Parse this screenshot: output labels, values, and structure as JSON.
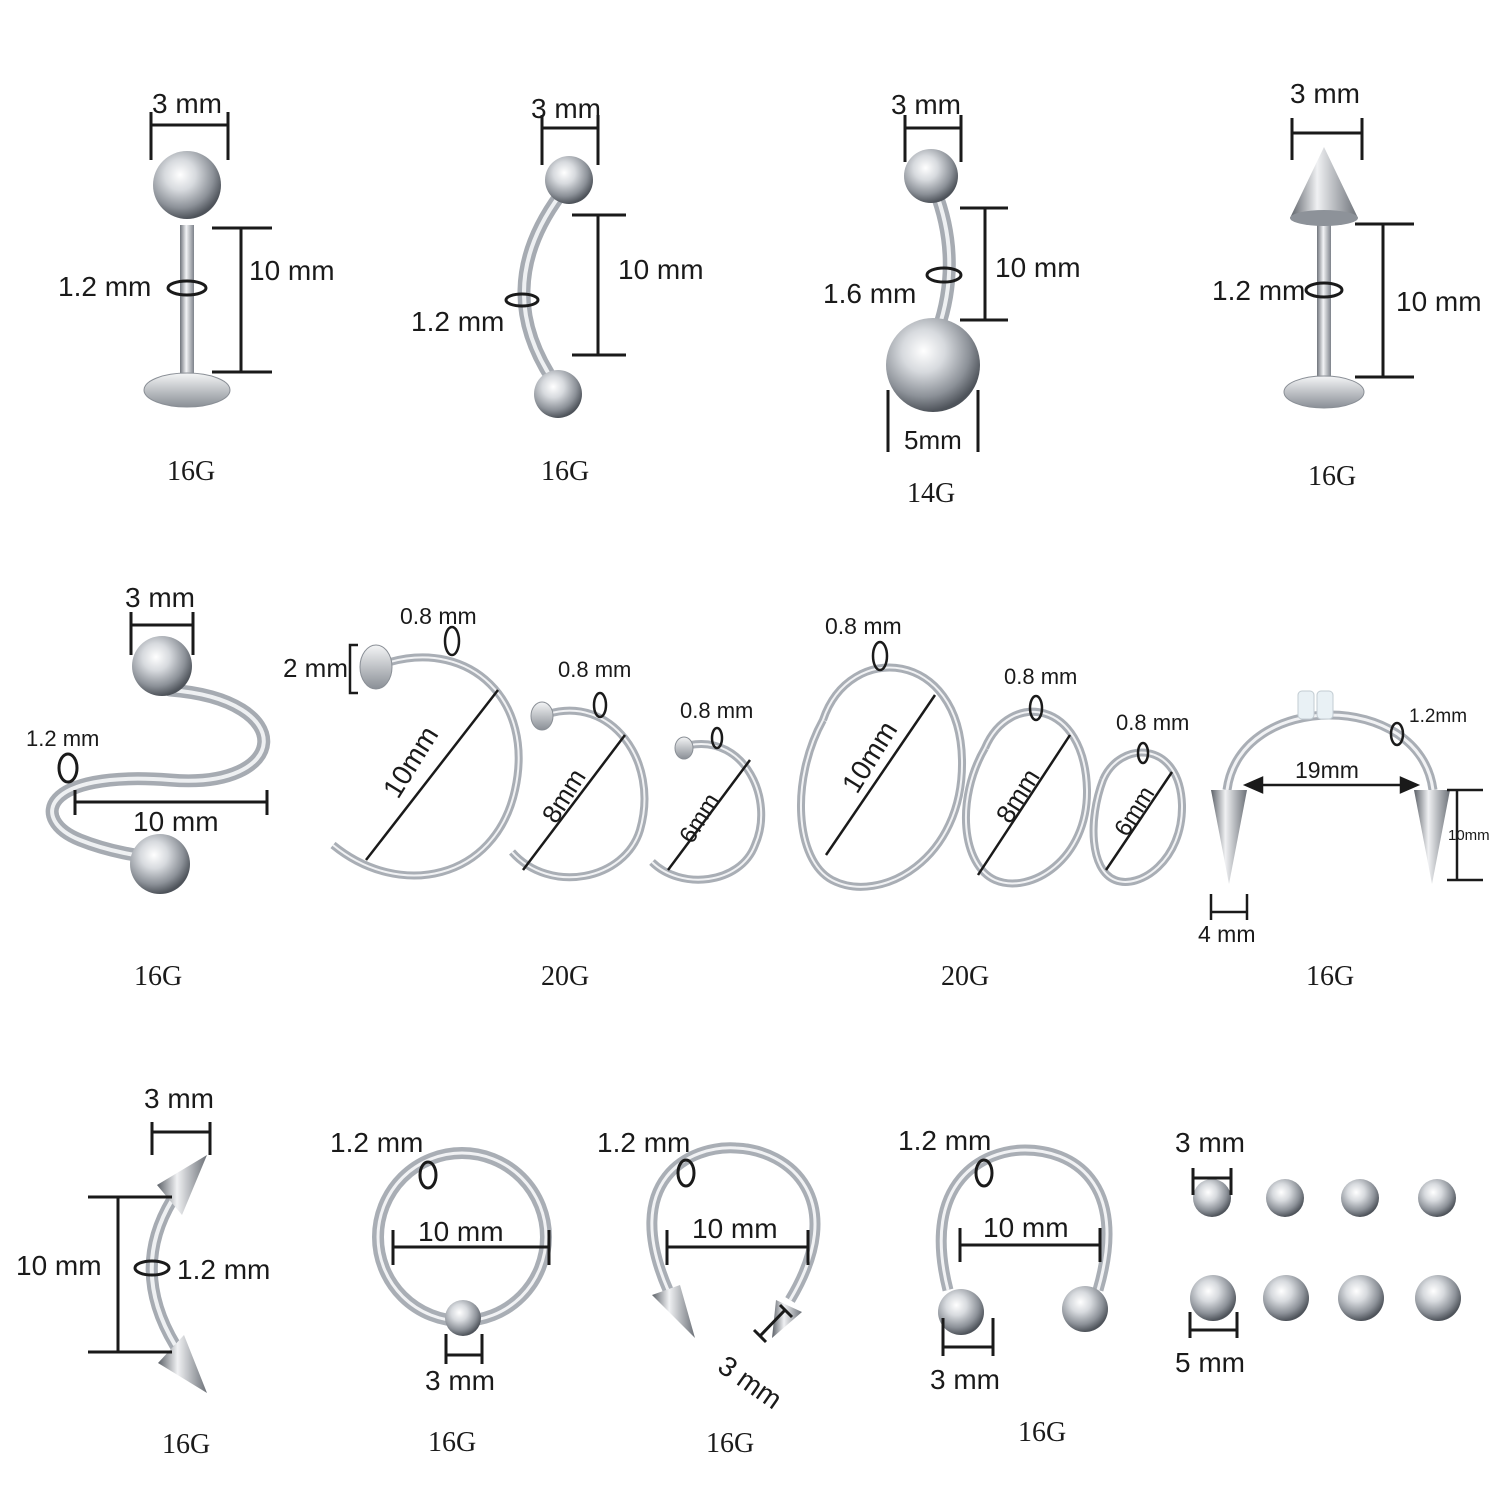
{
  "colors": {
    "metal": "#c9ccd1",
    "metal_dark": "#7d828a",
    "ink": "#1a1a1a",
    "background": "#ffffff"
  },
  "items": [
    {
      "name": "labret",
      "gauge": "16G",
      "dims": [
        "3 mm",
        "10 mm",
        "1.2 mm"
      ]
    },
    {
      "name": "curved-barbell",
      "gauge": "16G",
      "dims": [
        "3 mm",
        "10 mm",
        "1.2 mm"
      ]
    },
    {
      "name": "belly-ring",
      "gauge": "14G",
      "dims": [
        "3 mm",
        "10 mm",
        "1.6 mm",
        "5mm"
      ]
    },
    {
      "name": "spike-labret",
      "gauge": "16G",
      "dims": [
        "3 mm",
        "1.2 mm",
        "10 mm"
      ]
    },
    {
      "name": "twist-spiral",
      "gauge": "16G",
      "dims": [
        "3 mm",
        "1.2 mm",
        "10 mm"
      ]
    },
    {
      "name": "nose-hoop-flat-set",
      "gauge": "20G",
      "dims": [
        "0.8 mm",
        "2 mm",
        "10mm",
        "0.8 mm",
        "8mm",
        "0.8 mm",
        "6mm"
      ]
    },
    {
      "name": "nose-hoop-open-set",
      "gauge": "20G",
      "dims": [
        "0.8 mm",
        "10mm",
        "0.8 mm",
        "8mm",
        "0.8 mm",
        "6mm"
      ]
    },
    {
      "name": "septum-spike-bar",
      "gauge": "16G",
      "dims": [
        "1.2mm",
        "19mm",
        "10mm",
        "4 mm"
      ]
    },
    {
      "name": "spike-curved-barbell",
      "gauge": "16G",
      "dims": [
        "3 mm",
        "10 mm",
        "1.2 mm"
      ]
    },
    {
      "name": "captive-bead-ring",
      "gauge": "16G",
      "dims": [
        "1.2 mm",
        "10 mm",
        "3 mm"
      ]
    },
    {
      "name": "spike-horseshoe",
      "gauge": "16G",
      "dims": [
        "1.2 mm",
        "10 mm",
        "3 mm"
      ]
    },
    {
      "name": "ball-horseshoe",
      "gauge": "16G",
      "dims": [
        "1.2 mm",
        "10 mm",
        "3 mm"
      ]
    },
    {
      "name": "spare-balls",
      "gauge": "",
      "dims": [
        "3 mm",
        "5 mm"
      ]
    }
  ]
}
